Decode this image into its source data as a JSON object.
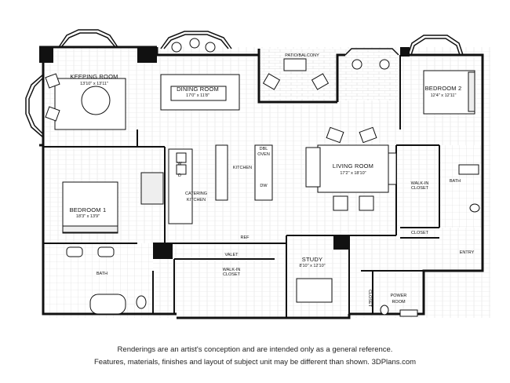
{
  "rooms": {
    "keeping_room": {
      "name": "KEEPING ROOM",
      "dims": "13'10\" x 13'11\""
    },
    "dining_room": {
      "name": "DINING ROOM",
      "dims": "17'0\" x 11'8\""
    },
    "patio": {
      "name": "PATIO/BALCONY"
    },
    "bedroom2": {
      "name": "BEDROOM 2",
      "dims": "12'4\" x 12'11\""
    },
    "kitchen": {
      "name": "KITCHEN"
    },
    "catering_kitchen": {
      "line1": "CATERING",
      "line2": "KITCHEN"
    },
    "living_room": {
      "name": "LIVING ROOM",
      "dims": "17'2\" x 18'10\""
    },
    "walkin_closet_right": {
      "line1": "WALK-IN",
      "line2": "CLOSET"
    },
    "bath_right": {
      "name": "BATH"
    },
    "bedroom1": {
      "name": "BEDROOM 1",
      "dims": "18'3\" x 13'9\""
    },
    "closet_right": {
      "name": "CLOSET"
    },
    "entry": {
      "name": "ENTRY"
    },
    "study": {
      "name": "STUDY",
      "dims": "8'10\" x 12'10\""
    },
    "bath_left": {
      "name": "BATH"
    },
    "valet": {
      "name": "VALET"
    },
    "walkin_closet_center": {
      "line1": "WALK-IN",
      "line2": "CLOSET"
    },
    "closet_small": {
      "name": "CLOSET"
    },
    "power_room": {
      "line1": "POWER",
      "line2": "ROOM"
    }
  },
  "appliances": {
    "dbl_oven_1": "DBL",
    "dbl_oven_2": "OVEN",
    "dw": "DW",
    "ref": "REF",
    "w": "W",
    "d": "D"
  },
  "disclaimer": {
    "line1": "Renderings are an artist's conception and are intended only as a general reference.",
    "line2": "Features, materials, finishes and layout of subject unit may be different than shown. 3DPlans.com"
  }
}
